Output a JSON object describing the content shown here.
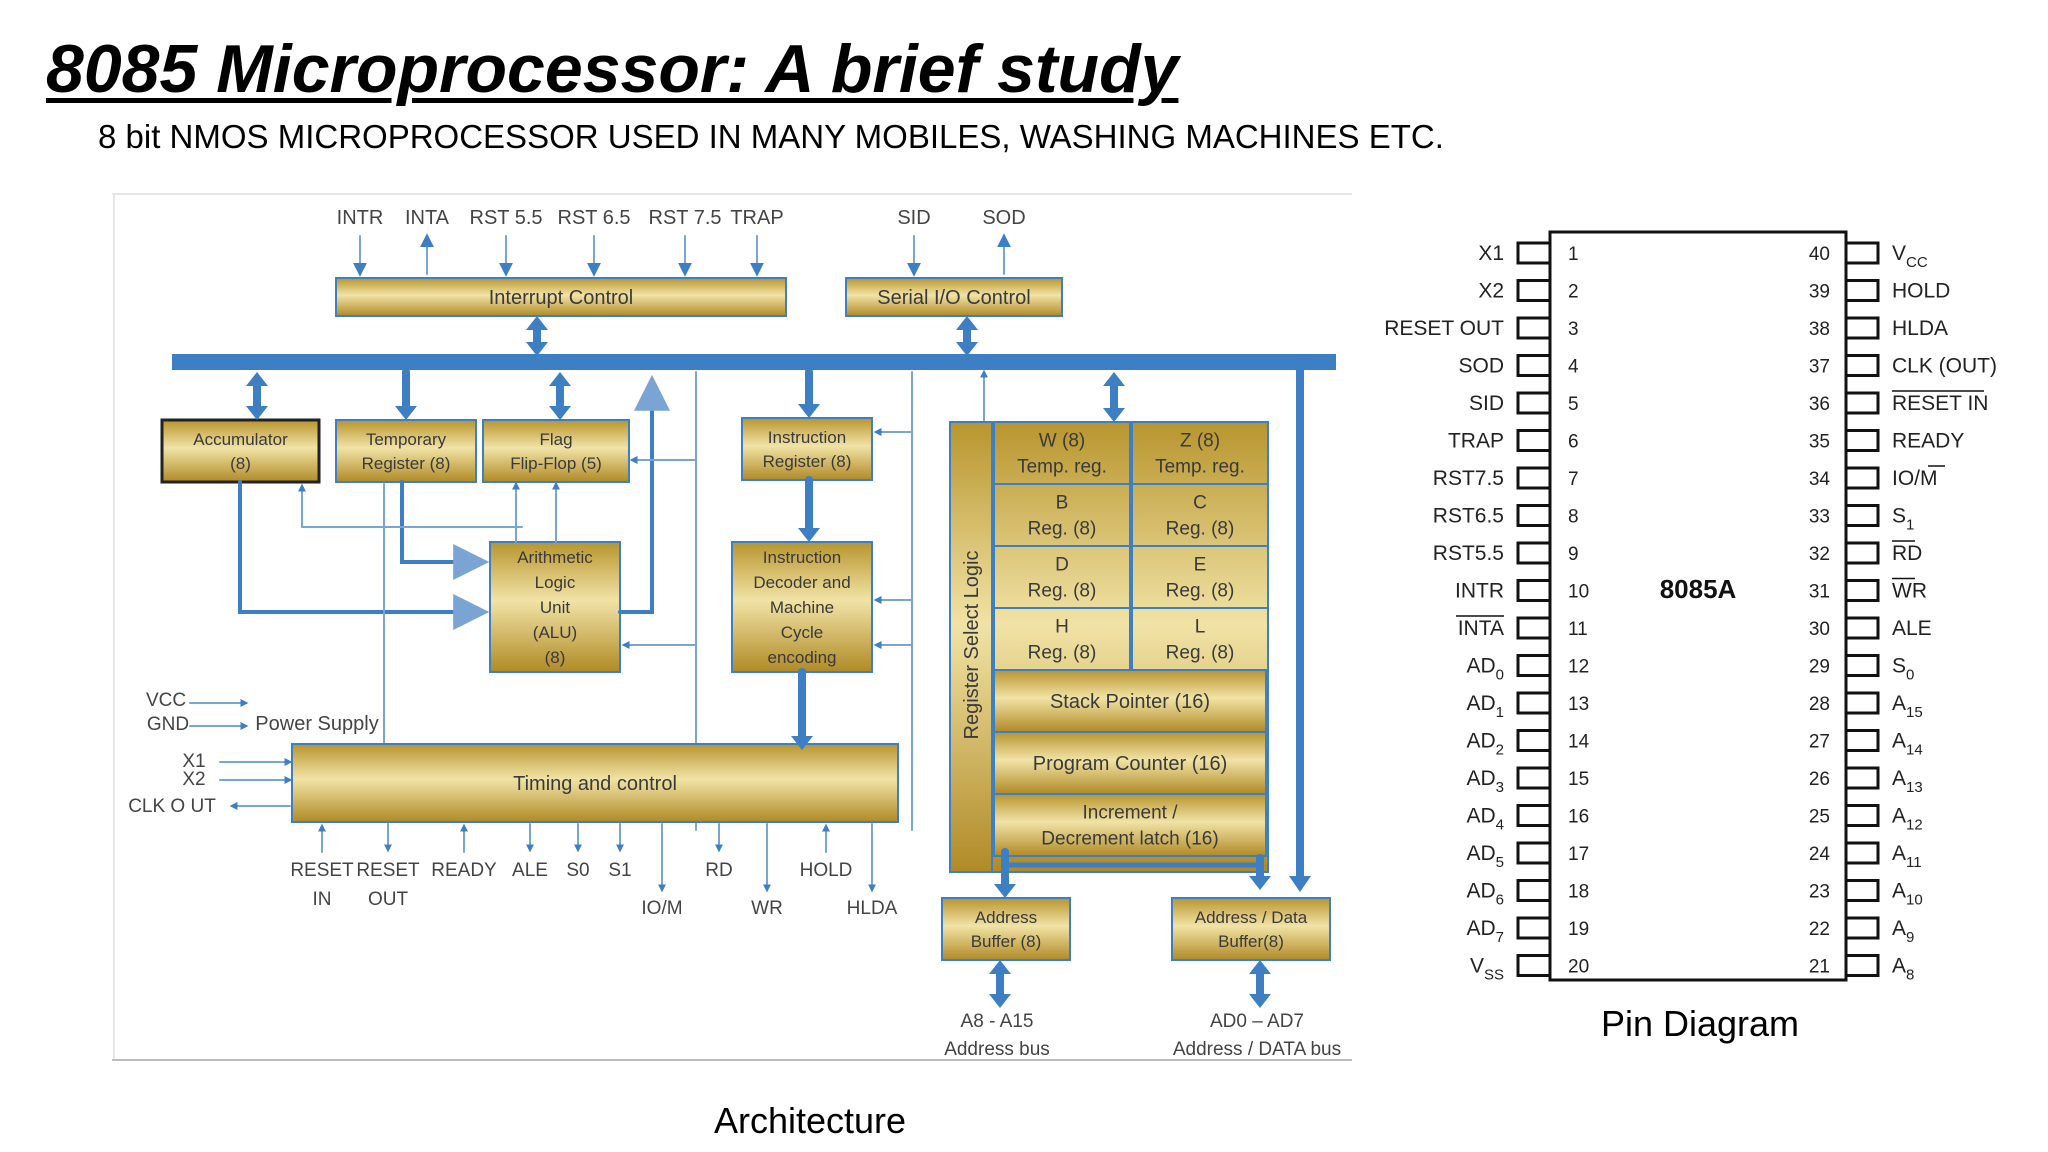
{
  "slide": {
    "title": "8085 Microprocessor: A brief study",
    "subtitle": "8 bit NMOS MICROPROCESSOR USED IN MANY MOBILES, WASHING MACHINES ETC.",
    "architecture_caption": "Architecture",
    "pin_caption": "Pin Diagram"
  },
  "colors": {
    "bus": "#3d7fc2",
    "block": "#c9a83d",
    "block_light": "#efe1a0",
    "chip_border": "#111111"
  },
  "arch": {
    "top_signals": [
      "INTR",
      "INTA",
      "RST 5.5",
      "RST 6.5",
      "RST 7.5",
      "TRAP",
      "SID",
      "SOD"
    ],
    "interrupt_control": "Interrupt Control",
    "serial_io": "Serial I/O Control",
    "accumulator": [
      "Accumulator",
      "(8)"
    ],
    "temp_register": [
      "Temporary",
      "Register (8)"
    ],
    "flag": [
      "Flag",
      "Flip-Flop (5)"
    ],
    "alu": [
      "Arithmetic",
      "Logic",
      "Unit",
      "(ALU)",
      "(8)"
    ],
    "instr_register": [
      "Instruction",
      "Register (8)"
    ],
    "decoder": [
      "Instruction",
      "Decoder and",
      "Machine",
      "Cycle",
      "encoding"
    ],
    "register_select": "Register Select Logic",
    "registers": [
      [
        "W (8)",
        "Temp. reg."
      ],
      [
        "Z (8)",
        "Temp. reg."
      ],
      [
        "B",
        "Reg. (8)"
      ],
      [
        "C",
        "Reg. (8)"
      ],
      [
        "D",
        "Reg. (8)"
      ],
      [
        "E",
        "Reg. (8)"
      ],
      [
        "H",
        "Reg. (8)"
      ],
      [
        "L",
        "Reg. (8)"
      ]
    ],
    "stack_pointer": "Stack Pointer (16)",
    "program_counter": "Program Counter (16)",
    "inc_dec": [
      "Increment /",
      "Decrement latch (16)"
    ],
    "timing": "Timing and control",
    "power": {
      "vcc": "VCC",
      "gnd": "GND",
      "label": "Power Supply"
    },
    "clock": {
      "x1": "X1",
      "x2": "X2",
      "clkout": "CLK O UT"
    },
    "bottom_signals": [
      [
        "RESET",
        "IN"
      ],
      [
        "RESET",
        "OUT"
      ],
      [
        "READY"
      ],
      [
        "ALE"
      ],
      [
        "S0"
      ],
      [
        "S1"
      ],
      [
        "IO/M"
      ],
      [
        "RD"
      ],
      [
        "WR"
      ],
      [
        "HOLD"
      ],
      [
        "HLDA"
      ]
    ],
    "address_buffer": [
      "Address",
      "Buffer (8)"
    ],
    "data_buffer": [
      "Address / Data",
      "Buffer(8)"
    ],
    "address_bus": [
      "A8 - A15",
      "Address bus"
    ],
    "data_bus": [
      "AD0 – AD7",
      "Address / DATA bus"
    ]
  },
  "chip": {
    "name": "8085A",
    "left_pins": [
      {
        "n": "1",
        "b": "X1",
        "s": ""
      },
      {
        "n": "2",
        "b": "X2",
        "s": ""
      },
      {
        "n": "3",
        "b": "RESET OUT",
        "s": ""
      },
      {
        "n": "4",
        "b": "SOD",
        "s": ""
      },
      {
        "n": "5",
        "b": "SID",
        "s": ""
      },
      {
        "n": "6",
        "b": "TRAP",
        "s": ""
      },
      {
        "n": "7",
        "b": "RST7.5",
        "s": ""
      },
      {
        "n": "8",
        "b": "RST6.5",
        "s": ""
      },
      {
        "n": "9",
        "b": "RST5.5",
        "s": ""
      },
      {
        "n": "10",
        "b": "INTR",
        "s": ""
      },
      {
        "n": "11",
        "b": "INTA",
        "s": "",
        "bar": true
      },
      {
        "n": "12",
        "b": "AD",
        "s": "0"
      },
      {
        "n": "13",
        "b": "AD",
        "s": "1"
      },
      {
        "n": "14",
        "b": "AD",
        "s": "2"
      },
      {
        "n": "15",
        "b": "AD",
        "s": "3"
      },
      {
        "n": "16",
        "b": "AD",
        "s": "4"
      },
      {
        "n": "17",
        "b": "AD",
        "s": "5"
      },
      {
        "n": "18",
        "b": "AD",
        "s": "6"
      },
      {
        "n": "19",
        "b": "AD",
        "s": "7"
      },
      {
        "n": "20",
        "b": "V",
        "s": "SS"
      }
    ],
    "right_pins": [
      {
        "n": "40",
        "b": "V",
        "s": "CC"
      },
      {
        "n": "39",
        "b": "HOLD",
        "s": ""
      },
      {
        "n": "38",
        "b": "HLDA",
        "s": ""
      },
      {
        "n": "37",
        "b": "CLK (OUT)",
        "s": ""
      },
      {
        "n": "36",
        "b": "RESET IN",
        "s": "",
        "bar": true
      },
      {
        "n": "35",
        "b": "READY",
        "s": ""
      },
      {
        "n": "34",
        "b": "IO/M",
        "s": "",
        "barM": true
      },
      {
        "n": "33",
        "b": "S",
        "s": "1"
      },
      {
        "n": "32",
        "b": "RD",
        "s": "",
        "bar": true
      },
      {
        "n": "31",
        "b": "WR",
        "s": "",
        "bar": true
      },
      {
        "n": "30",
        "b": "ALE",
        "s": ""
      },
      {
        "n": "29",
        "b": "S",
        "s": "0"
      },
      {
        "n": "28",
        "b": "A",
        "s": "15"
      },
      {
        "n": "27",
        "b": "A",
        "s": "14"
      },
      {
        "n": "26",
        "b": "A",
        "s": "13"
      },
      {
        "n": "25",
        "b": "A",
        "s": "12"
      },
      {
        "n": "24",
        "b": "A",
        "s": "11"
      },
      {
        "n": "23",
        "b": "A",
        "s": "10"
      },
      {
        "n": "22",
        "b": "A",
        "s": "9"
      },
      {
        "n": "21",
        "b": "A",
        "s": "8"
      }
    ]
  }
}
